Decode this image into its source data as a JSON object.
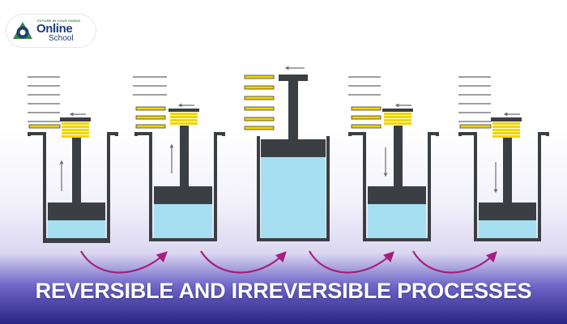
{
  "brand": {
    "small_text": "FUTURE IN YOUR HANDS",
    "name_main": "Online",
    "name_sub": "School",
    "colors": {
      "navy": "#1d3d7a",
      "green": "#2f8a3d"
    }
  },
  "diagram": {
    "stages": [
      {
        "gas_level": 0.26,
        "motion": "up"
      },
      {
        "gas_level": 0.5,
        "motion": "up"
      },
      {
        "gas_level": 0.88,
        "motion": "none"
      },
      {
        "gas_level": 0.5,
        "motion": "down"
      },
      {
        "gas_level": 0.26,
        "motion": "down"
      }
    ],
    "colors": {
      "gas": "#a6dff2",
      "piston": "#3b3f43",
      "weight": "#f1d400",
      "arrow": "#a51f7e",
      "wall": "#3b3f43"
    },
    "icons": [
      "up-arrow-icon",
      "down-arrow-icon",
      "curved-arrow-icon",
      "weight-stack-icon"
    ]
  },
  "banner": {
    "title": "REVERSIBLE AND IRREVERSIBLE PROCESSES",
    "colors": {
      "top": "#6f67c9",
      "bottom": "#2a2484"
    }
  }
}
